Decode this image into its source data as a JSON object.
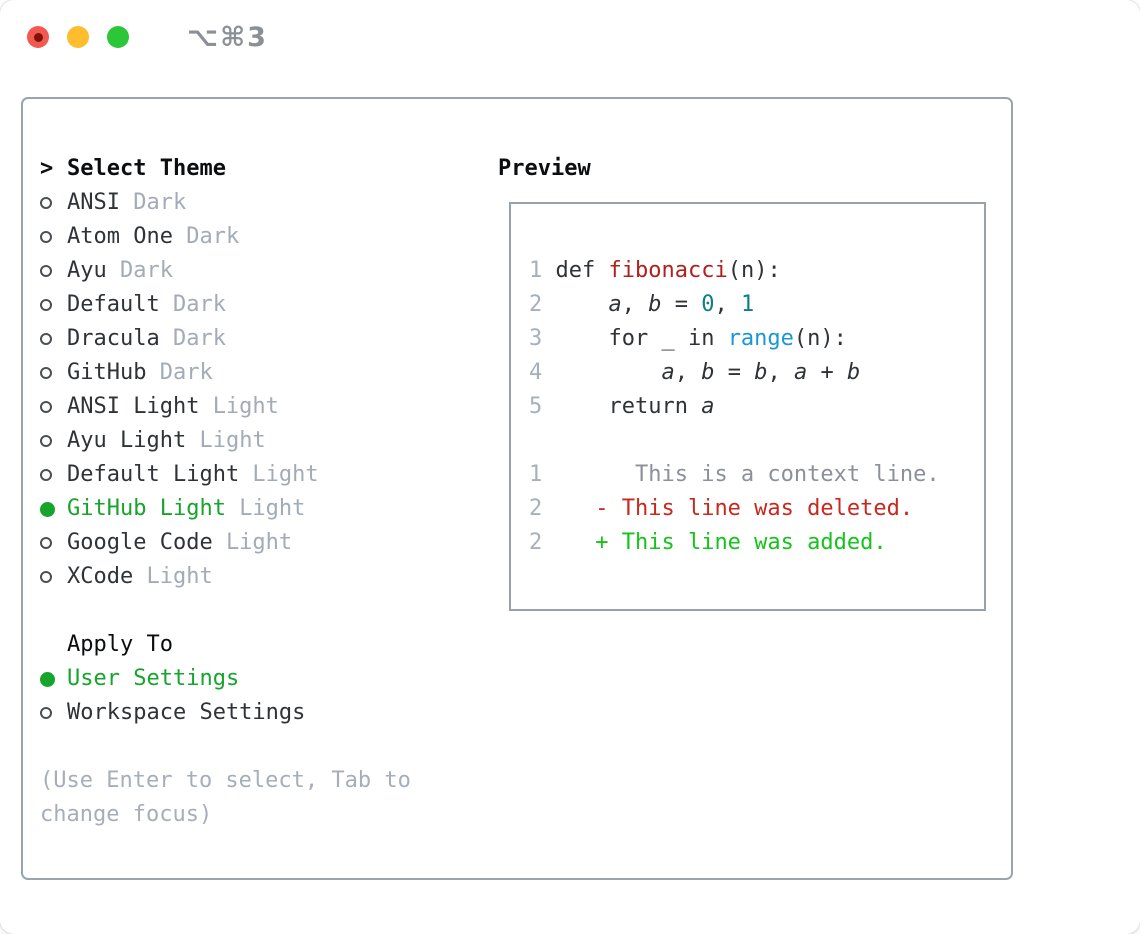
{
  "titlebar": {
    "shortcut": "⌥⌘3",
    "traffic_lights": [
      "close",
      "minimize",
      "zoom"
    ]
  },
  "colors": {
    "accent_green": "#17a42c",
    "diff_added_green": "#16c31c",
    "diff_deleted_red": "#c8281e",
    "function_red": "#b2201d",
    "number_teal": "#0d7f84",
    "builtin_blue": "#1a97d5",
    "muted_gray": "#a2abb7",
    "text_dark": "#2f3337",
    "border_gray": "#9aa4ae"
  },
  "theme_list": {
    "prompt": ">",
    "header": "Select Theme",
    "items": [
      {
        "name": "ANSI",
        "variant": "Dark",
        "selected": false
      },
      {
        "name": "Atom One",
        "variant": "Dark",
        "selected": false
      },
      {
        "name": "Ayu",
        "variant": "Dark",
        "selected": false
      },
      {
        "name": "Default",
        "variant": "Dark",
        "selected": false
      },
      {
        "name": "Dracula",
        "variant": "Dark",
        "selected": false
      },
      {
        "name": "GitHub",
        "variant": "Dark",
        "selected": false
      },
      {
        "name": "ANSI Light",
        "variant": "Light",
        "selected": false
      },
      {
        "name": "Ayu Light",
        "variant": "Light",
        "selected": false
      },
      {
        "name": "Default Light",
        "variant": "Light",
        "selected": false
      },
      {
        "name": "GitHub Light",
        "variant": "Light",
        "selected": true
      },
      {
        "name": "Google Code",
        "variant": "Light",
        "selected": false
      },
      {
        "name": "XCode",
        "variant": "Light",
        "selected": false
      }
    ]
  },
  "apply_to": {
    "header": "Apply To",
    "options": [
      {
        "label": "User Settings",
        "selected": true
      },
      {
        "label": "Workspace Settings",
        "selected": false
      }
    ]
  },
  "hint_lines": [
    "(Use Enter to select, Tab to",
    "change focus)"
  ],
  "preview": {
    "title": "Preview",
    "code_block": {
      "language": "python",
      "lines": [
        {
          "num": "1",
          "tokens": [
            {
              "text": "def ",
              "style": "fg"
            },
            {
              "text": "fibonacci",
              "style": "function"
            },
            {
              "text": "(n):",
              "style": "fg"
            }
          ]
        },
        {
          "num": "2",
          "tokens": [
            {
              "text": "    ",
              "style": "fg"
            },
            {
              "text": "a",
              "style": "var"
            },
            {
              "text": ", ",
              "style": "fg"
            },
            {
              "text": "b",
              "style": "var"
            },
            {
              "text": " = ",
              "style": "fg"
            },
            {
              "text": "0",
              "style": "number"
            },
            {
              "text": ", ",
              "style": "fg"
            },
            {
              "text": "1",
              "style": "number"
            }
          ]
        },
        {
          "num": "3",
          "tokens": [
            {
              "text": "    for _ in ",
              "style": "fg"
            },
            {
              "text": "range",
              "style": "builtin"
            },
            {
              "text": "(n):",
              "style": "fg"
            }
          ]
        },
        {
          "num": "4",
          "tokens": [
            {
              "text": "        ",
              "style": "fg"
            },
            {
              "text": "a",
              "style": "var"
            },
            {
              "text": ", ",
              "style": "fg"
            },
            {
              "text": "b",
              "style": "var"
            },
            {
              "text": " = ",
              "style": "fg"
            },
            {
              "text": "b",
              "style": "var"
            },
            {
              "text": ", ",
              "style": "fg"
            },
            {
              "text": "a",
              "style": "var"
            },
            {
              "text": " + ",
              "style": "fg"
            },
            {
              "text": "b",
              "style": "var"
            }
          ]
        },
        {
          "num": "5",
          "tokens": [
            {
              "text": "    return ",
              "style": "fg"
            },
            {
              "text": "a",
              "style": "var"
            }
          ]
        }
      ]
    },
    "diff_block": {
      "lines": [
        {
          "num": "1",
          "tokens": [
            {
              "text": "      This is a context line.",
              "style": "context"
            }
          ]
        },
        {
          "num": "2",
          "tokens": [
            {
              "text": "   - This line was deleted.",
              "style": "deleted"
            }
          ]
        },
        {
          "num": "2",
          "tokens": [
            {
              "text": "   + This line was added.",
              "style": "added"
            }
          ]
        }
      ]
    }
  }
}
